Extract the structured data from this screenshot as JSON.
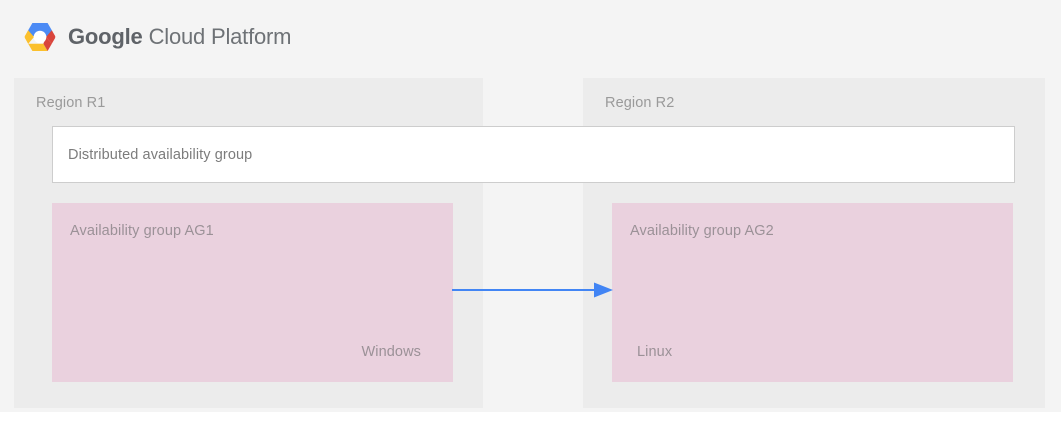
{
  "brand": {
    "logo_icon": "google-cloud-hexagon-icon",
    "name_bold": "Google",
    "name_rest": "Cloud Platform",
    "colors": {
      "blue": "#4C8BF5",
      "red": "#D9453C",
      "yellow": "#FBC02D",
      "white": "#FFFFFF"
    }
  },
  "diagram": {
    "page_background": "#f4f4f4",
    "region_background": "#ececec",
    "availability_group_color": "#ead1de",
    "band_background": "#ffffff",
    "band_border": "#cdcdcd",
    "arrow_color": "#4285f4",
    "regions": [
      {
        "id": "r1",
        "label": "Region R1",
        "availability_group": {
          "title": "Availability group AG1",
          "os_label": "Windows"
        }
      },
      {
        "id": "r2",
        "label": "Region R2",
        "availability_group": {
          "title": "Availability group AG2",
          "os_label": "Linux"
        }
      }
    ],
    "distributed_group": {
      "label": "Distributed availability group"
    },
    "connector": {
      "icon": "arrow-right-icon",
      "direction": "left-to-right",
      "from": "Availability group AG1",
      "to": "Availability group AG2"
    }
  }
}
